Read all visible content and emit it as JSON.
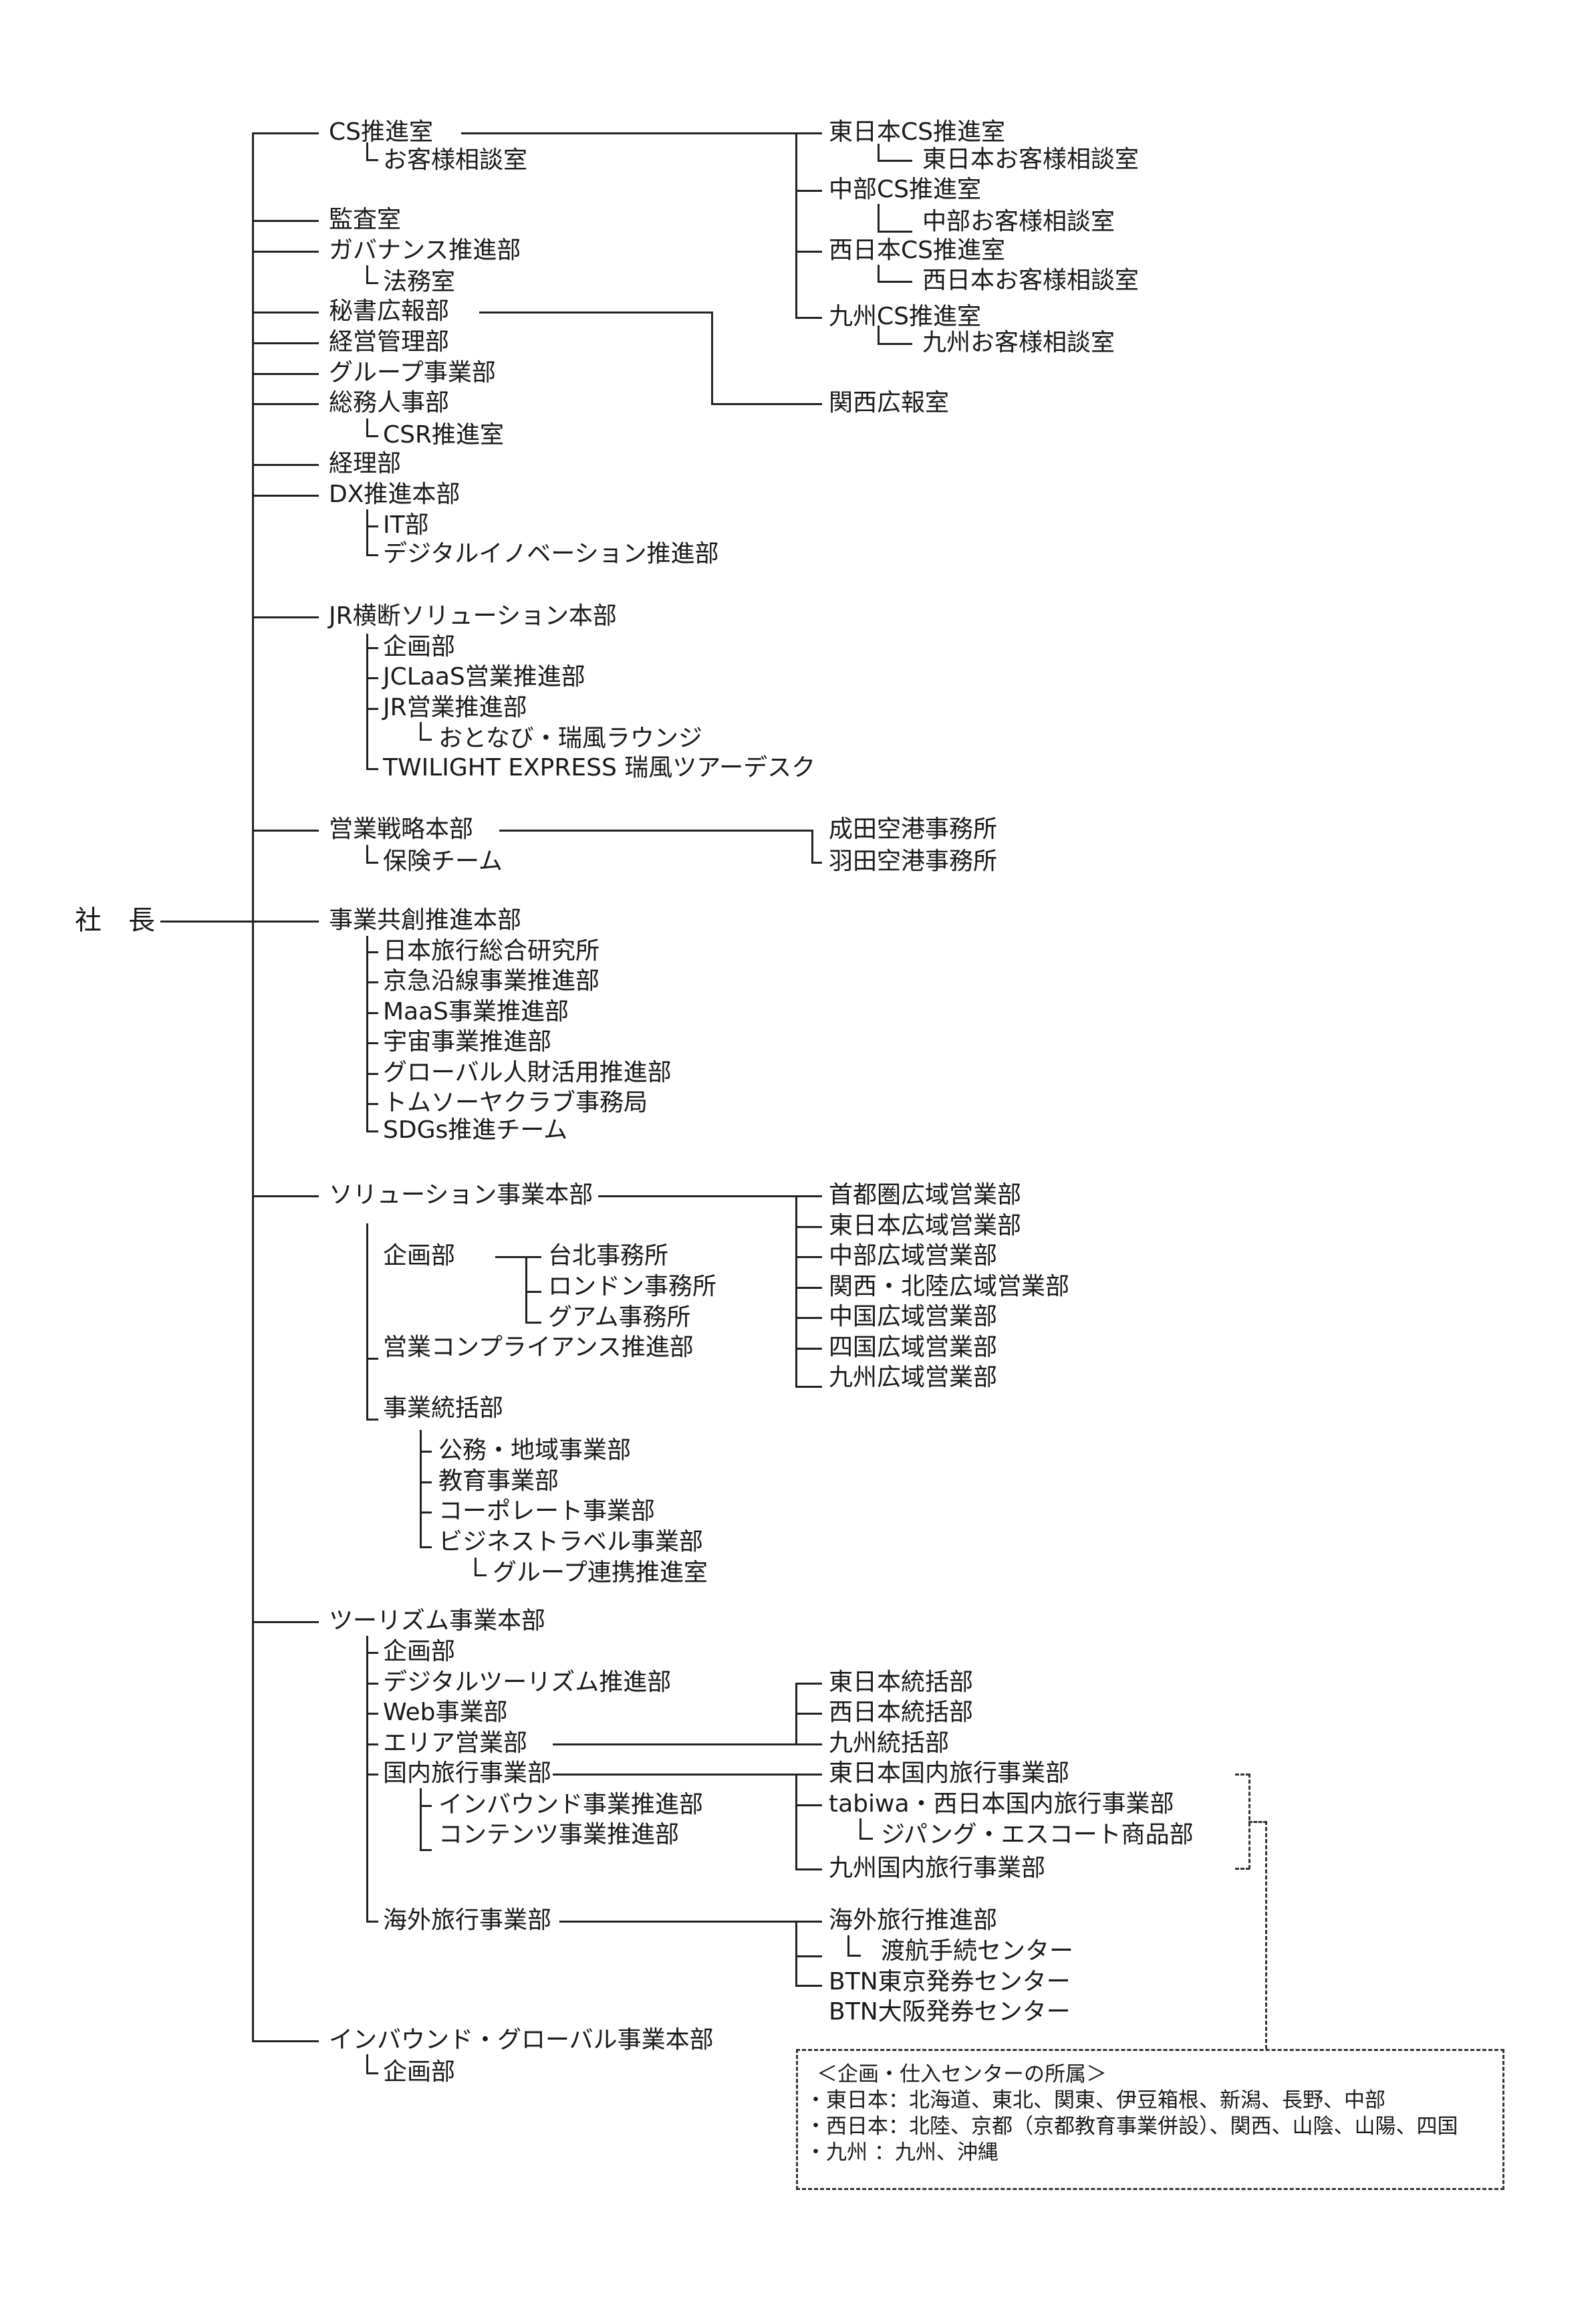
{
  "president": "社　長",
  "csr_group": {
    "cs": "CS推進室",
    "customer_consult": "お客様相談室",
    "audit": "監査室",
    "governance": "ガバナンス推進部",
    "legal": "法務室",
    "secretary_pr": "秘書広報部",
    "management_planning": "経営管理部",
    "group_business": "グループ事業部",
    "general_hr": "総務人事部",
    "csr": "CSR推進室",
    "accounting": "経理部",
    "dx": "DX推進本部",
    "it": "IT部",
    "digital_innovation": "デジタルイノベーション推進部"
  },
  "cs_regional": {
    "east_cs": "東日本CS推進室",
    "east_consult": "東日本お客様相談室",
    "chubu_cs": "中部CS推進室",
    "chubu_consult": "中部お客様相談室",
    "west_cs": "西日本CS推進室",
    "west_consult": "西日本お客様相談室",
    "kyushu_cs": "九州CS推進室",
    "kyushu_consult": "九州お客様相談室",
    "kansai_pr": "関西広報室"
  },
  "jr": {
    "head": "JR横断ソリューション本部",
    "planning": "企画部",
    "jclaas": "JCLaaS営業推進部",
    "jr_sales": "JR営業推進部",
    "otonabi": "おとなび・瑞風ラウンジ",
    "twilight": "TWILIGHT EXPRESS 瑞風ツアーデスク"
  },
  "strategy": {
    "head": "営業戦略本部",
    "insurance": "保険チーム",
    "narita": "成田空港事務所",
    "haneda": "羽田空港事務所"
  },
  "cocreation": {
    "head": "事業共創推進本部",
    "items": [
      "日本旅行総合研究所",
      "京急沿線事業推進部",
      "MaaS事業推進部",
      "宇宙事業推進部",
      "グローバル人財活用推進部",
      "トムソーヤクラブ事務局",
      "SDGs推進チーム"
    ]
  },
  "solution": {
    "head": "ソリューション事業本部",
    "planning": "企画部",
    "taipei": "台北事務所",
    "london": "ロンドン事務所",
    "guam": "グアム事務所",
    "compliance": "営業コンプライアンス推進部",
    "integration": "事業統括部",
    "public": "公務・地域事業部",
    "education": "教育事業部",
    "corporate": "コーポレート事業部",
    "business_travel": "ビジネストラベル事業部",
    "group_coop": "グループ連携推進室",
    "regions": [
      "首都圏広域営業部",
      "東日本広域営業部",
      "中部広域営業部",
      "関西・北陸広域営業部",
      "中国広域営業部",
      "四国広域営業部",
      "九州広域営業部"
    ]
  },
  "tourism": {
    "head": "ツーリズム事業本部",
    "planning": "企画部",
    "digital_tourism": "デジタルツーリズム推進部",
    "web": "Web事業部",
    "area_sales": "エリア営業部",
    "domestic": "国内旅行事業部",
    "inbound_promo": "インバウンド事業推進部",
    "contents": "コンテンツ事業推進部",
    "overseas": "海外旅行事業部",
    "east_integration": "東日本統括部",
    "west_integration": "西日本統括部",
    "kyushu_integration": "九州統括部",
    "east_domestic": "東日本国内旅行事業部",
    "tabiwa": "tabiwa・西日本国内旅行事業部",
    "zipang": "ジパング・エスコート商品部",
    "kyushu_domestic": "九州国内旅行事業部",
    "overseas_promo": "海外旅行推進部",
    "passport": "渡航手続センター",
    "btn_tokyo": "BTN東京発券センター",
    "btn_osaka": "BTN大阪発券センター"
  },
  "inbound": {
    "head": "インバウンド・グローバル事業本部",
    "planning": "企画部"
  },
  "note": {
    "title": "＜企画・仕入センターの所属＞",
    "east": "・東日本：北海道、東北、関東、伊豆箱根、新潟、長野、中部",
    "west": "・西日本：北陸、京都（京都教育事業併設）、関西、山陰、山陽、四国",
    "kyushu": "・九州 ：九州、沖縄"
  }
}
